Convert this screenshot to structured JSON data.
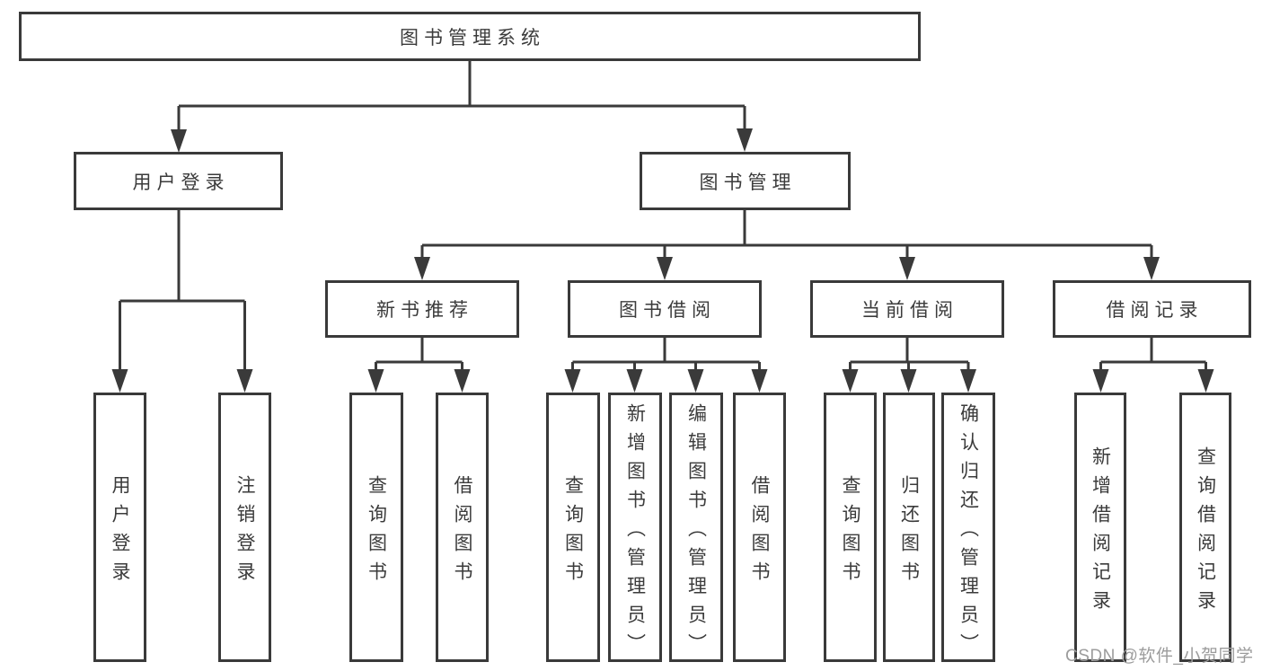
{
  "diagram": {
    "title": "图书管理系统",
    "nodes": {
      "root": "图书管理系统",
      "user_login": "用户登录",
      "book_mgmt": "图书管理",
      "new_book_rec": "新书推荐",
      "book_borrow": "图书借阅",
      "current_borrow": "当前借阅",
      "borrow_records": "借阅记录",
      "user_login_leaf": "用户登录",
      "logout_leaf": "注销登录",
      "nbr_query_books": "查询图书",
      "nbr_borrow_books": "借阅图书",
      "bb_query_books": "查询图书",
      "bb_add_books": "新增图书（管理员）",
      "bb_edit_books": "编辑图书（管理员）",
      "bb_borrow_books": "借阅图书",
      "cb_query_books": "查询图书",
      "cb_return_books": "归还图书",
      "cb_confirm_return": "确认归还（管理员）",
      "br_add_record": "新增借阅记录",
      "br_query_record": "查询借阅记录"
    },
    "hierarchy": {
      "图书管理系统": {
        "用户登录": [
          "用户登录",
          "注销登录"
        ],
        "图书管理": {
          "新书推荐": [
            "查询图书",
            "借阅图书"
          ],
          "图书借阅": [
            "查询图书",
            "新增图书（管理员）",
            "编辑图书（管理员）",
            "借阅图书"
          ],
          "当前借阅": [
            "查询图书",
            "归还图书",
            "确认归还（管理员）"
          ],
          "借阅记录": [
            "新增借阅记录",
            "查询借阅记录"
          ]
        }
      }
    }
  },
  "watermark": {
    "text": "CSDN @软件_小贺同学"
  },
  "colors": {
    "line": "#3a3a3a",
    "box_border": "#3a3a3a",
    "text": "#3b3b3b",
    "watermark": "#9c9c9c",
    "background": "#ffffff"
  }
}
